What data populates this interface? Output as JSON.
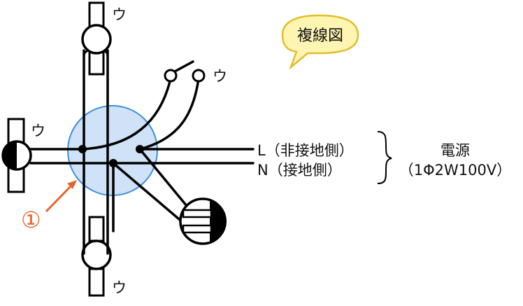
{
  "title_bubble": "複線図",
  "marker": "①",
  "lamp_label": "ウ",
  "switch_label": "ウ",
  "line_L": "L（非接地側）",
  "line_N": "N（接地側）",
  "power_label": "電源",
  "power_spec": "（1Φ2W100V）",
  "colors": {
    "junction_fill": "#cfe2f7",
    "junction_stroke": "#3d8ed8",
    "marker": "#e8622a",
    "bubble_fill": "#fff5b3",
    "bubble_stroke": "#e2bd2a"
  }
}
